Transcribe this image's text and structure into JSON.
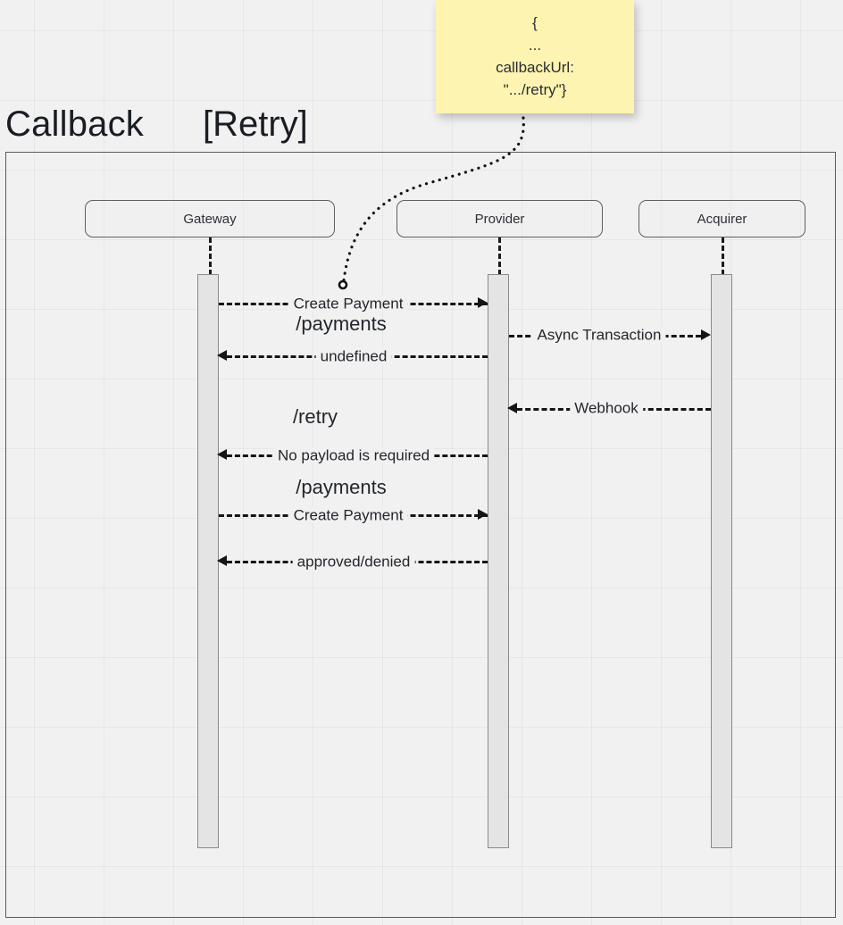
{
  "diagram": {
    "title": "Callback",
    "condition": "[Retry]",
    "type": "uml-sequence-diagram"
  },
  "note": {
    "name": "callback-url-note",
    "lines": [
      "{",
      "...",
      "callbackUrl:",
      "\".../retry\"}"
    ],
    "color": "#fcf4b0"
  },
  "participants": [
    {
      "id": "gateway",
      "label": "Gateway"
    },
    {
      "id": "provider",
      "label": "Provider"
    },
    {
      "id": "acquirer",
      "label": "Acquirer"
    }
  ],
  "messages": [
    {
      "id": "m1",
      "label": "Create Payment",
      "from": "gateway",
      "to": "provider",
      "direction": "right",
      "style": "dashed"
    },
    {
      "id": "m2",
      "label": "undefined",
      "from": "provider",
      "to": "gateway",
      "direction": "left",
      "style": "dashed"
    },
    {
      "id": "m3",
      "label": "Async Transaction",
      "from": "provider",
      "to": "acquirer",
      "direction": "right",
      "style": "dashed"
    },
    {
      "id": "m4",
      "label": "Webhook",
      "from": "acquirer",
      "to": "provider",
      "direction": "left",
      "style": "dashed"
    },
    {
      "id": "m5",
      "label": "No payload is required",
      "from": "provider",
      "to": "gateway",
      "direction": "left",
      "style": "dashed"
    },
    {
      "id": "m6",
      "label": "Create Payment",
      "from": "gateway",
      "to": "provider",
      "direction": "right",
      "style": "dashed"
    },
    {
      "id": "m7",
      "label": "approved/denied",
      "from": "provider",
      "to": "gateway",
      "direction": "left",
      "style": "dashed"
    }
  ],
  "endpoints": [
    {
      "id": "e1",
      "label": "/payments"
    },
    {
      "id": "e2",
      "label": "/retry"
    },
    {
      "id": "e3",
      "label": "/payments"
    }
  ],
  "colors": {
    "background": "#f1f1f1",
    "line": "#151515",
    "note": "#fcf4b0",
    "activation": "#e4e4e4",
    "frame_border": "#5a5a5a"
  }
}
